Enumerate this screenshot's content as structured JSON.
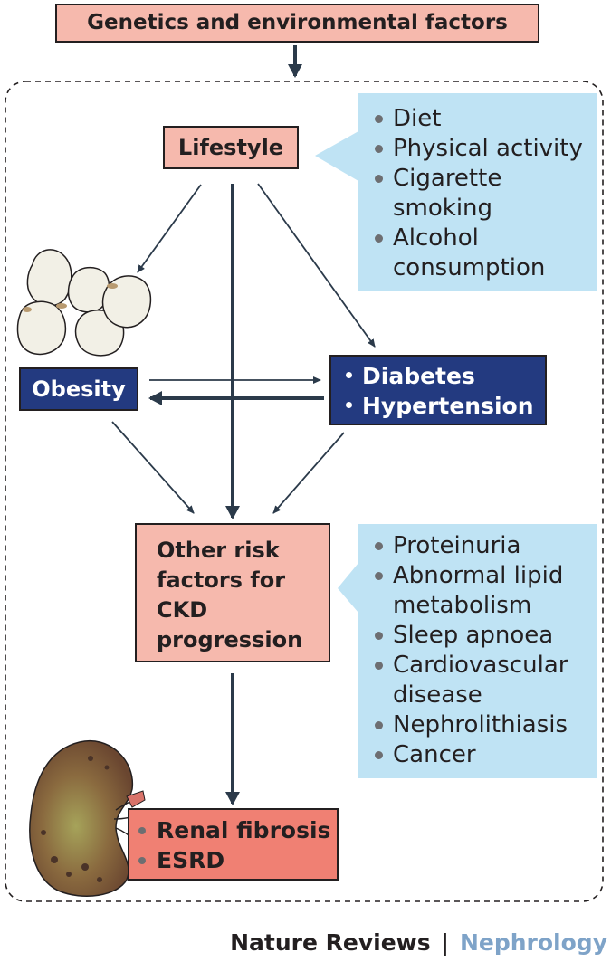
{
  "title": "Genetics and environmental factors",
  "lifestyle": {
    "label": "Lifestyle",
    "callout_items": [
      "Diet",
      "Physical activity",
      "Cigarette smoking",
      "Alcohol consumption"
    ]
  },
  "obesity": {
    "label": "Obesity"
  },
  "diabetes_hypertension": {
    "items": [
      "Diabetes",
      "Hypertension"
    ]
  },
  "risk_factors": {
    "label": "Other risk factors for CKD progression",
    "callout_items": [
      "Proteinuria",
      "Abnormal lipid metabolism",
      "Sleep apnoea",
      "Cardiovascular disease",
      "Nephrolithiasis",
      "Cancer"
    ]
  },
  "outcomes": {
    "items": [
      "Renal fibrosis",
      "ESRD"
    ]
  },
  "footer": {
    "journal": "Nature Reviews",
    "separator": "|",
    "section": "Nephrology"
  },
  "colors": {
    "pink": "#f6b9ad",
    "navy": "#233a80",
    "red": "#f08073",
    "callout_blue": "#bfe3f4",
    "section_blue": "#7ea3c8",
    "arrow": "#2b3a4a"
  },
  "icons": {
    "fat_cells": "fat-cells-illustration",
    "kidney": "kidney-illustration"
  }
}
